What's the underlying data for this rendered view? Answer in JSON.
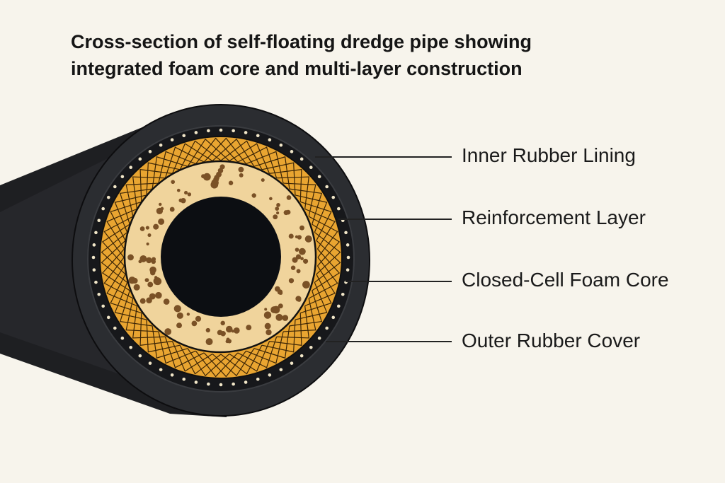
{
  "title": {
    "line1": "Cross-section of self-floating dredge pipe showing",
    "line2": "integrated foam core and multi-layer construction"
  },
  "labels": [
    {
      "text": "Inner Rubber Lining"
    },
    {
      "text": "Reinforcement Layer"
    },
    {
      "text": "Closed-Cell Foam Core"
    },
    {
      "text": "Outer Rubber Cover"
    }
  ],
  "colors": {
    "background": "#f7f4ec",
    "rubber": "#2b2d31",
    "inner_band": "#17181b",
    "braid": "#e9a531",
    "foam": "#f0d49c",
    "foam_cells": "#7a5126",
    "bore": "#0c0e12"
  }
}
